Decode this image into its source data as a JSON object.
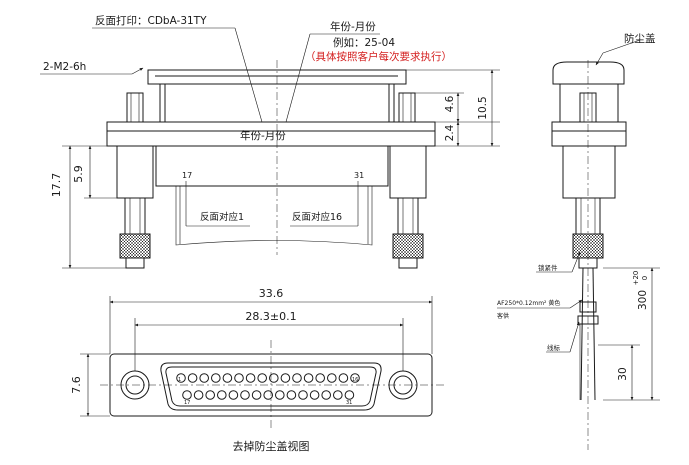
{
  "front_view": {
    "back_print_label": "反面打印：CDbA-31TY",
    "date_code_label": "年份-月份",
    "date_example_label": "例如：25-04",
    "customer_note": "（具体按照客户每次要求执行）",
    "thread_spec": "2-M2-6h",
    "body_date_label": "年份-月份",
    "pin_17_label": "17",
    "pin_31_label": "31",
    "back_pin1_label": "反面对应1",
    "back_pin16_label": "反面对应16",
    "dim_height_total": "17.7",
    "dim_lower_section": "5.9",
    "dim_upper_a": "4.6",
    "dim_upper_b": "2.4",
    "dim_upper_total": "10.5"
  },
  "side_view": {
    "dust_cover_label": "防尘盖",
    "locking_part_label": "锁紧件",
    "wire_spec_label": "AF250*0.12mm² 黄色",
    "wire_supply_label": "客供",
    "wire_marker_label": "线标",
    "dim_length": "300",
    "dim_tolerance_plus": "+20",
    "dim_tolerance_zero": "0",
    "dim_marker": "30"
  },
  "bottom_view": {
    "dim_overall_width": "33.6",
    "dim_mount_spacing": "28.3±0.1",
    "dim_height": "7.6",
    "caption": "去掉防尘盖视图",
    "pin_label_1": "1",
    "pin_label_16": "16",
    "pin_label_17": "17",
    "pin_label_31": "31"
  }
}
